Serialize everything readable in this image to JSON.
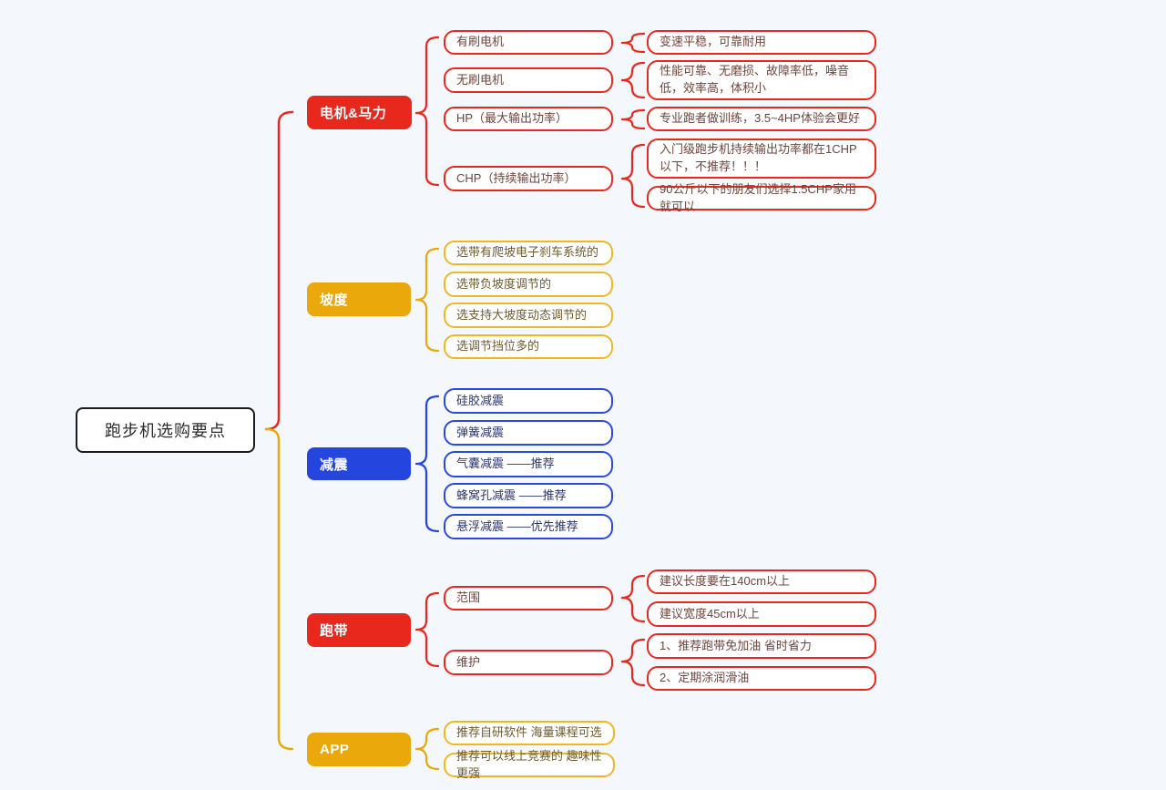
{
  "root": {
    "label": "跑步机选购要点"
  },
  "colors": {
    "red": "#E8281C",
    "yellow": "#EAA80B",
    "yellow_border": "#EEB62A",
    "blue": "#2545DF",
    "background": "#F4F7FB",
    "root_border": "#1b1b1b"
  },
  "branches": [
    {
      "label": "电机&马力",
      "color": "red",
      "children": [
        {
          "label": "有刷电机",
          "leaves": [
            "变速平稳，可靠耐用"
          ]
        },
        {
          "label": "无刷电机",
          "leaves": [
            "性能可靠、无磨损、故障率低，噪音低，效率高，体积小"
          ]
        },
        {
          "label": "HP（最大输出功率）",
          "leaves": [
            "专业跑者做训练，3.5~4HP体验会更好"
          ]
        },
        {
          "label": "CHP（持续输出功率）",
          "leaves": [
            "入门级跑步机持续输出功率都在1CHP以下，不推荐！！！",
            "90公斤以下的朋友们选择1.5CHP家用就可以"
          ]
        }
      ]
    },
    {
      "label": "坡度",
      "color": "yellow",
      "children": [
        {
          "label": "选带有爬坡电子刹车系统的",
          "leaves": []
        },
        {
          "label": "选带负坡度调节的",
          "leaves": []
        },
        {
          "label": "选支持大坡度动态调节的",
          "leaves": []
        },
        {
          "label": "选调节挡位多的",
          "leaves": []
        }
      ]
    },
    {
      "label": "减震",
      "color": "blue",
      "children": [
        {
          "label": "硅胶减震",
          "leaves": []
        },
        {
          "label": "弹簧减震",
          "leaves": []
        },
        {
          "label": "气囊减震 ——推荐",
          "leaves": []
        },
        {
          "label": "蜂窝孔减震 ——推荐",
          "leaves": []
        },
        {
          "label": "悬浮减震 ——优先推荐",
          "leaves": []
        }
      ]
    },
    {
      "label": "跑带",
      "color": "red",
      "children": [
        {
          "label": "范围",
          "leaves": [
            "建议长度要在140cm以上",
            "建议宽度45cm以上"
          ]
        },
        {
          "label": "维护",
          "leaves": [
            "1、推荐跑带免加油 省时省力",
            "2、定期涂润滑油"
          ]
        }
      ]
    },
    {
      "label": "APP",
      "color": "yellow",
      "children": [
        {
          "label": "推荐自研软件 海量课程可选",
          "leaves": []
        },
        {
          "label": "推荐可以线上竞赛的 趣味性更强",
          "leaves": []
        }
      ]
    }
  ]
}
